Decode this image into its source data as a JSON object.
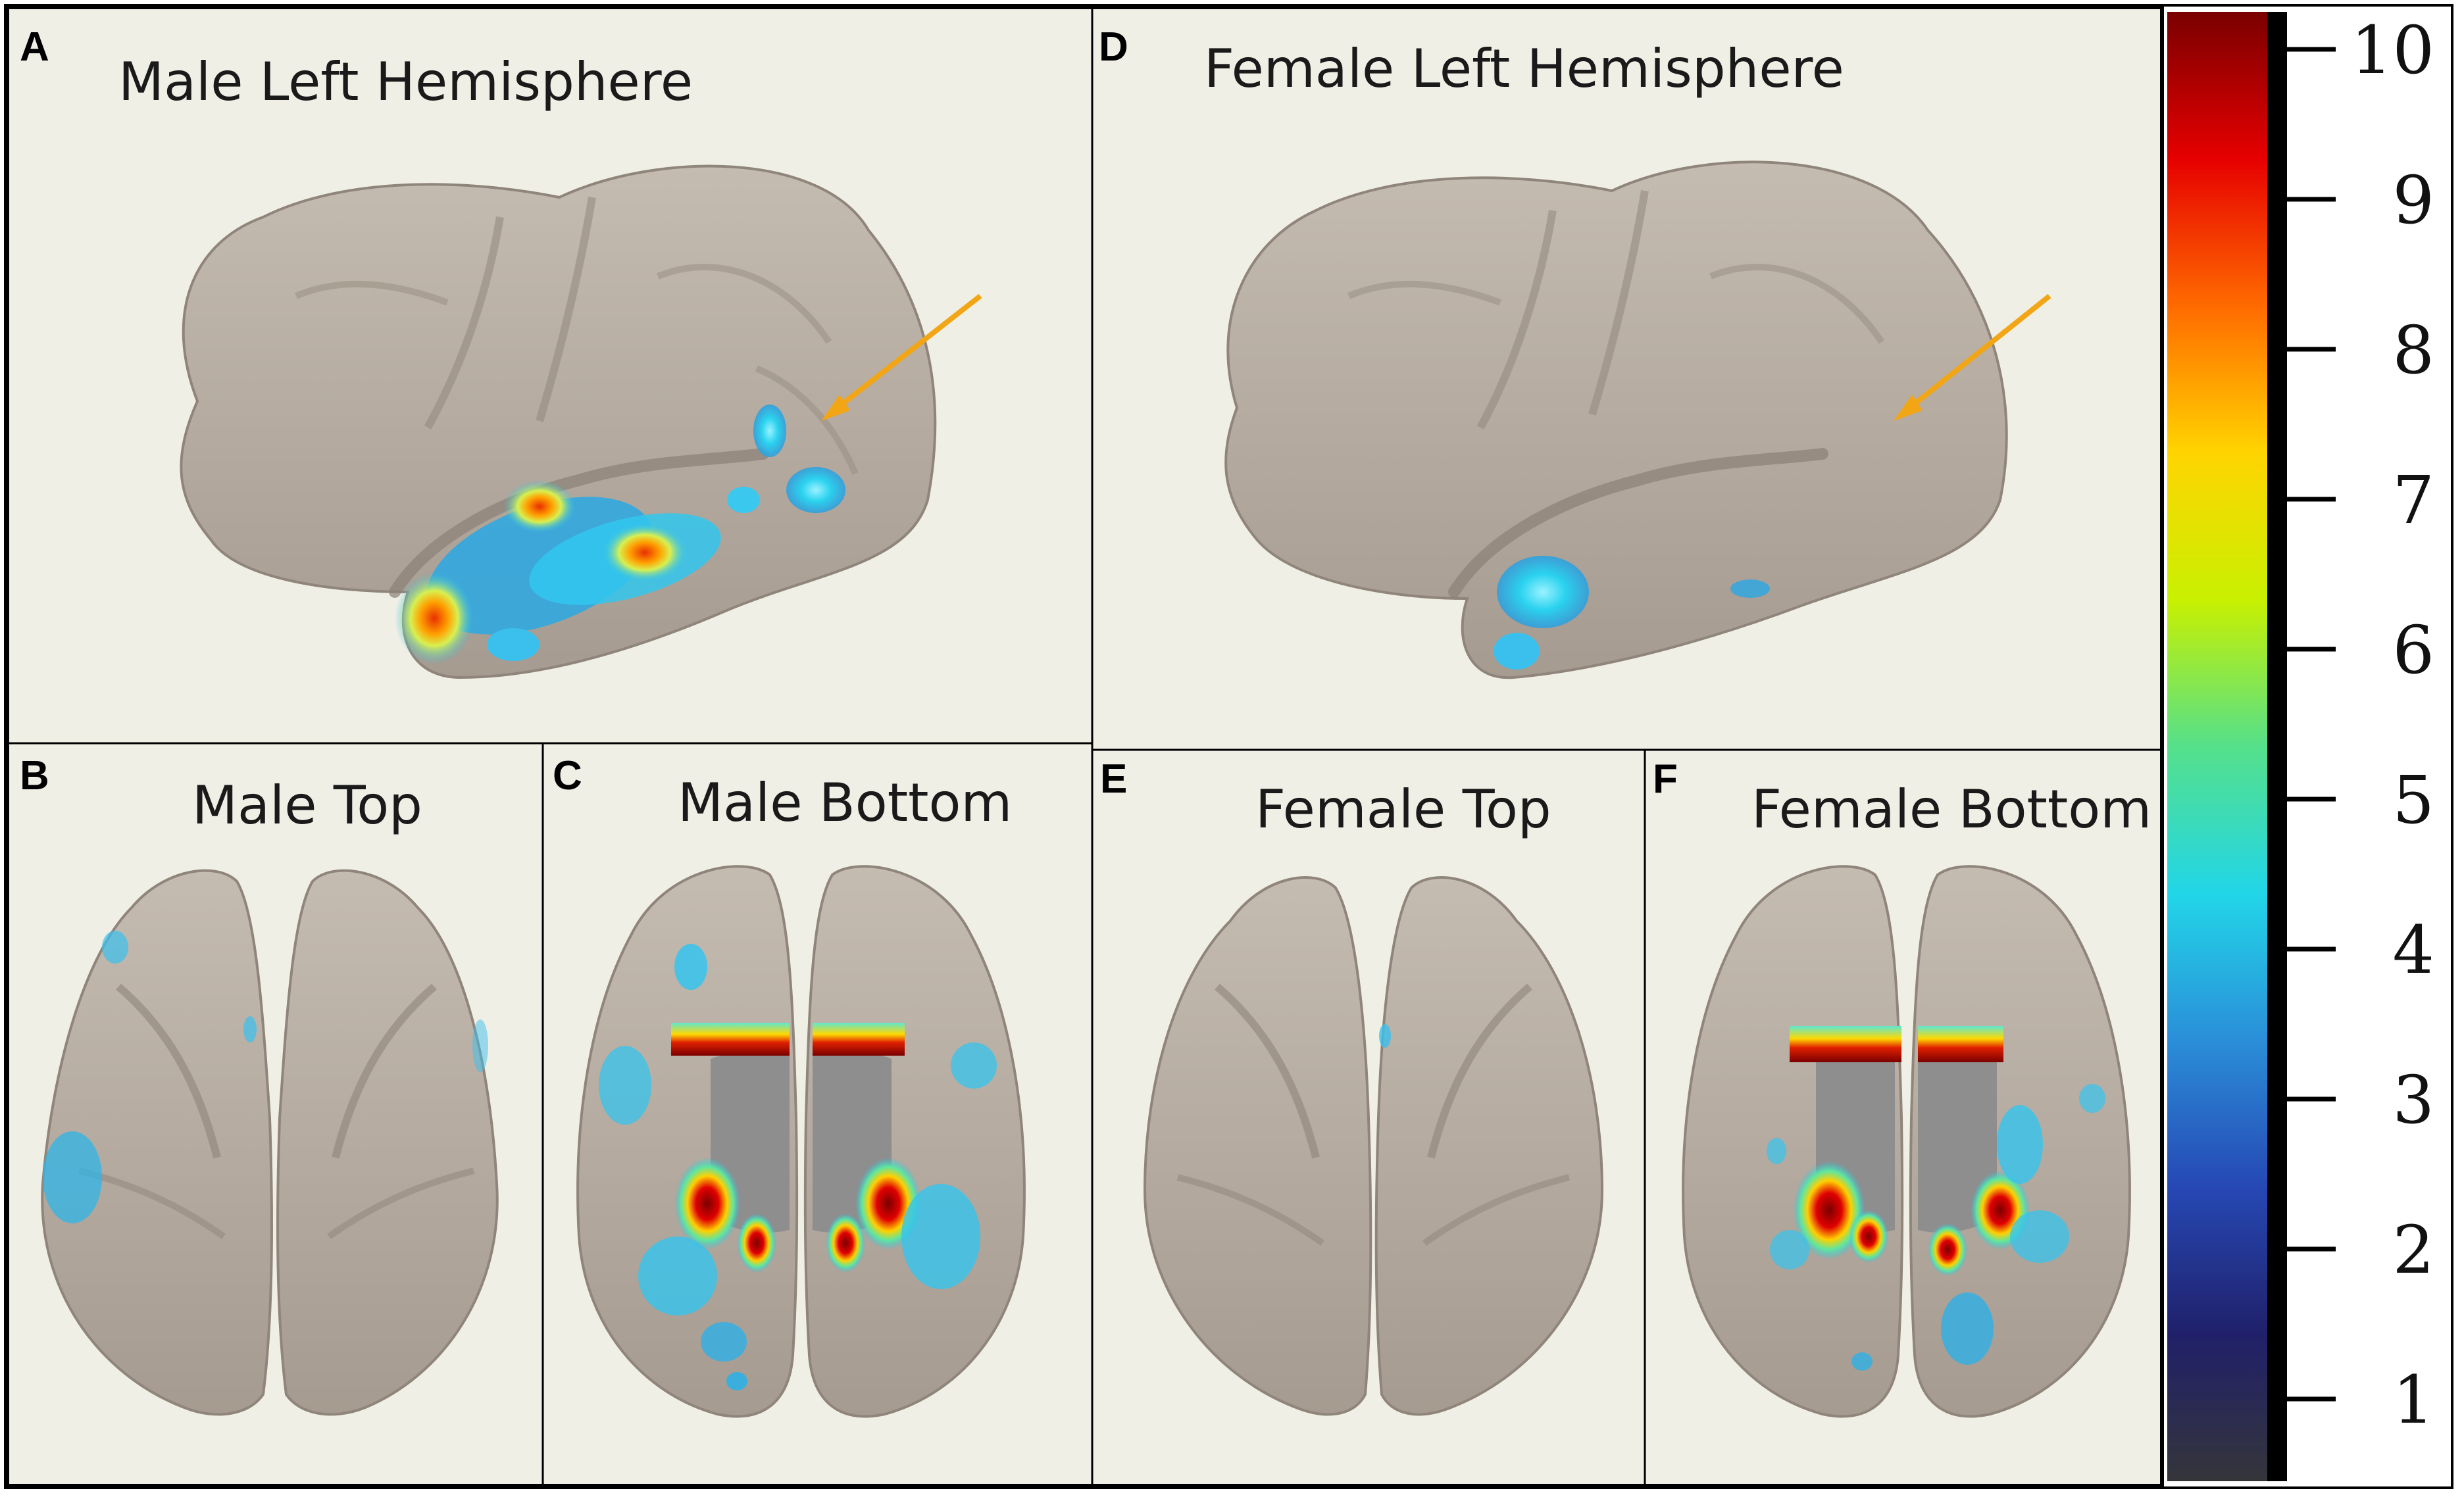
{
  "panels": {
    "A": {
      "letter": "A",
      "title": "Male Left Hemisphere"
    },
    "B": {
      "letter": "B",
      "title": "Male Top"
    },
    "C": {
      "letter": "C",
      "title": "Male Bottom"
    },
    "D": {
      "letter": "D",
      "title": "Female Left Hemisphere"
    },
    "E": {
      "letter": "E",
      "title": "Female Top"
    },
    "F": {
      "letter": "F",
      "title": "Female Bottom"
    }
  },
  "colorbar": {
    "ticks": [
      "10",
      "9",
      "8",
      "7",
      "6",
      "5",
      "4",
      "3",
      "2",
      "1"
    ],
    "colors": [
      "#7a0000",
      "#e60000",
      "#ff6a00",
      "#ffd400",
      "#c8f000",
      "#55e08a",
      "#22d6e8",
      "#2a8ed8",
      "#2648b4",
      "#20206a",
      "#35353a"
    ]
  },
  "colors": {
    "background": "#f0efe6",
    "cortex": "#b7ada2",
    "medial_wall": "#8e8e8e",
    "arrow": "#f2a615"
  }
}
